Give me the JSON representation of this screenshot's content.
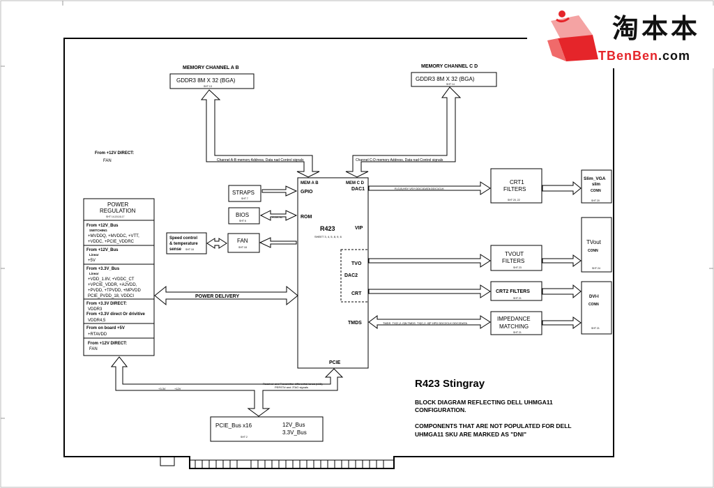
{
  "colors": {
    "line": "#000000",
    "logo_red": "#e5252a",
    "logo_pink": "#f08080"
  },
  "logo": {
    "cn": "淘本本",
    "en_red": "TBenBen",
    "en_tail": ".com"
  },
  "mem_ab": {
    "title": "MEMORY CHANNEL A  B",
    "part": "GDDR3 8M X 32 (BGA)",
    "sht": "SHT 13",
    "signal": "Channel A-B memory Address, Data nad Control signals"
  },
  "mem_cd": {
    "title": "MEMORY CHANNEL C  D",
    "part": "GDDR3 8M X 32 (BGA)",
    "sht": "SHT 14",
    "signal": "Channel C-D memory Address, Data nad Control signals"
  },
  "direct12": {
    "title": "From +12V DIRECT:",
    "fan": "FAN"
  },
  "straps": {
    "label": "STRAPS",
    "sht": "SHT 7"
  },
  "bios": {
    "label": "BIOS",
    "sht": "SHT 6",
    "bus": "ROMCS#"
  },
  "fan": {
    "label": "FAN",
    "sht": "SHT 18"
  },
  "speed": {
    "l1": "Speed control",
    "l2": "& temperature",
    "l3": "sense",
    "sht": "SHT 18"
  },
  "power_reg": {
    "title1": "POWER",
    "title2": "REGULATION",
    "sht": "SHT 14,15,16,17",
    "s1_title": "From +12V_Bus",
    "s1_sub": "SWITCHING",
    "s1_l1": "+MVDDQ, +MVDDC, +VTT,",
    "s1_l2": "+VDDC, +PCIE_VDDRC",
    "s2_title": "From +12V_Bus",
    "s2_sub": "Linear",
    "s2_l1": "+5V",
    "s3_title": "From +3.3V_Bus",
    "s3_sub": "Linear",
    "s3_l1": "+VDD_1.8V, +VDDC_CT",
    "s3_l2": "+VPCIE_VDDR, +A2VDD,",
    "s3_l3": "+PVDD, +TPVDD, +MPVDD",
    "s3_l4": "PCIE_PVDD_18, VDDCI",
    "s4_title": "From +3.3V DIRECT:",
    "s4_l1": "VDDR3",
    "s5_title": "From +3.3V direct Or drivitive",
    "s5_l1": "VDDR4,5",
    "s6_title": "From on board  +5V",
    "s6_l1": "+RTAVDD",
    "s7_title": "From +12V DIRECT:",
    "s7_l1": "FAN"
  },
  "power_delivery": "POWER DELIVERY",
  "r423": {
    "mem_ab": "MEM A B",
    "mem_cd": "MEM C D",
    "gpio": "GPIO",
    "dac1": "DAC1",
    "rom": "ROM",
    "name": "R423",
    "sheets": "SHEET 3, 4, 5, 8, 9, 6",
    "vip": "VIP",
    "tvo": "TVO",
    "dac2": "DAC2",
    "crt": "CRT",
    "tmds": "TMDS",
    "pcie": "PCIE"
  },
  "crt1": {
    "l1": "CRT1",
    "l2": "FILTERS",
    "sht": "SHT 20, 22",
    "signal": "R,G,B,HSY VSY  DDC1DATA  DDC1CLK"
  },
  "slim_vga": {
    "l1": "Slim_VGA",
    "l2": "slim",
    "l3": "CONN",
    "sht": "SHT 20"
  },
  "tvout_filters": {
    "l1": "TVOUT",
    "l2": "FILTERS",
    "sht": "SHT 23"
  },
  "tvout_conn": {
    "l1": "TVout",
    "l2": "CONN",
    "sht": "SHT 24"
  },
  "crt2": {
    "label": "CRT2 FILTERS",
    "sht": "SHT 21"
  },
  "dvi": {
    "l1": "DVI-I",
    "l2": "CONN",
    "sht": "SHT 21"
  },
  "impedance": {
    "l1": "IMPEDANCE",
    "l2": "MATCHING",
    "sht": "SHT 21",
    "signal": "TMDS_TX[C,2..0]N  TMDS_TX[C,2..0]P  HPD  DDC2CLK  DDC2DATA"
  },
  "pcie_bus": {
    "label": "PCIE_Bus x16",
    "v12": "12V_Bus",
    "v33": "3.3V_Bus",
    "sht": "SHT 2",
    "sig1": "Receiver and Transmitter differential lanes (x16),",
    "sig2": "PERST# and JTAG signals",
    "rail33": "+3.3V",
    "rail12": "+12V"
  },
  "notes": {
    "title": "R423 Stingray",
    "l1": "BLOCK DIAGRAM REFLECTING DELL UHMGA11",
    "l2": "CONFIGURATION.",
    "l3": "COMPONENTS THAT ARE NOT POPULATED FOR DELL",
    "l4": "UHMGA11 SKU ARE MARKED AS \"DNI\""
  }
}
